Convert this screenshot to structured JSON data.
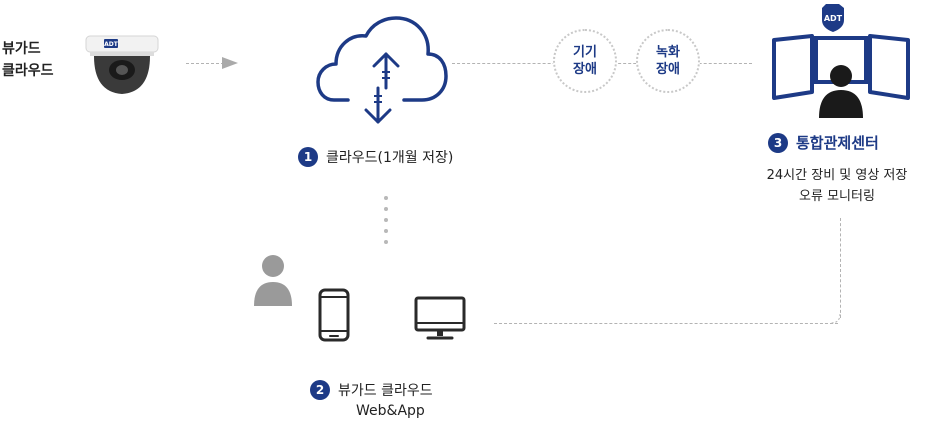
{
  "camera": {
    "label_line1": "뷰가드",
    "label_line2": "클라우드",
    "brand": "ADT"
  },
  "cloud": {
    "step_number": "1",
    "label": "클라우드(1개월 저장)"
  },
  "alerts": [
    {
      "line1": "기기",
      "line2": "장애"
    },
    {
      "line1": "녹화",
      "line2": "장애"
    }
  ],
  "control_center": {
    "brand": "ADT",
    "step_number": "3",
    "title": "통합관제센터",
    "desc_line1": "24시간 장비 및 영상 저장",
    "desc_line2": "오류 모니터링"
  },
  "app": {
    "step_number": "2",
    "title": "뷰가드 클라우드",
    "subtitle": "Web&App"
  },
  "colors": {
    "accent": "#1d3a86",
    "line": "#b3b3b3",
    "icon_gray": "#9a9a9a",
    "dark": "#2a2a2a"
  }
}
